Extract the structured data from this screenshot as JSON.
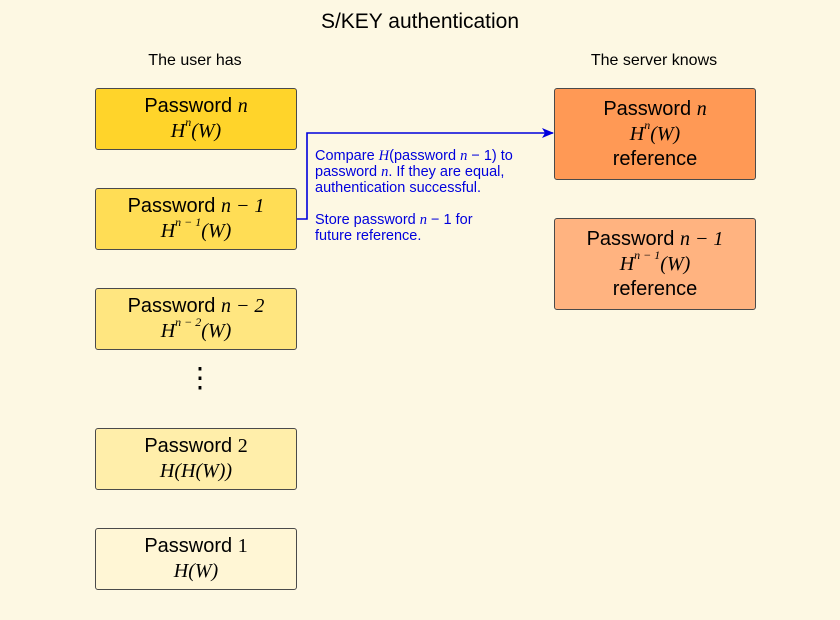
{
  "title": "S/KEY authentication",
  "left_heading": "The user has",
  "right_heading": "The server knows",
  "user_boxes": [
    {
      "label": "Password",
      "idx": "n",
      "hash_head": "H",
      "exp": "n",
      "hash_tail": "(W)",
      "color": "#ffd42a"
    },
    {
      "label": "Password",
      "idx": "n − 1",
      "hash_head": "H",
      "exp": "n − 1",
      "hash_tail": "(W)",
      "color": "#ffdd55"
    },
    {
      "label": "Password",
      "idx": "n − 2",
      "hash_head": "H",
      "exp": "n − 2",
      "hash_tail": "(W)",
      "color": "#ffe680"
    },
    {
      "label": "Password",
      "idx": "2",
      "hash_head": "H(H(W))",
      "exp": "",
      "hash_tail": "",
      "color": "#ffeeaa"
    },
    {
      "label": "Password",
      "idx": "1",
      "hash_head": "H(W)",
      "exp": "",
      "hash_tail": "",
      "color": "#fff6d5"
    }
  ],
  "ellipsis": "⋮",
  "server_boxes": [
    {
      "label": "Password",
      "idx": "n",
      "hash_head": "H",
      "exp": "n",
      "hash_tail": "(W)",
      "ref": "reference",
      "color": "#ff9955"
    },
    {
      "label": "Password",
      "idx": "n − 1",
      "hash_head": "H",
      "exp": "n − 1",
      "hash_tail": "(W)",
      "ref": "reference",
      "color": "#ffb380"
    }
  ],
  "note1": {
    "a": "Compare ",
    "h": "H",
    "b": "(password ",
    "n": "n",
    "c": " − 1) to",
    "d": "password ",
    "n2": "n",
    "e": ". If they are equal,",
    "f": "authentication successful."
  },
  "note2": {
    "a": "Store password ",
    "n": "n",
    "b": " − 1 for",
    "c": "future reference."
  },
  "colors": {
    "arrow": "#0000dd",
    "border": "#4a4a4a",
    "background": "#fdf8e3"
  }
}
